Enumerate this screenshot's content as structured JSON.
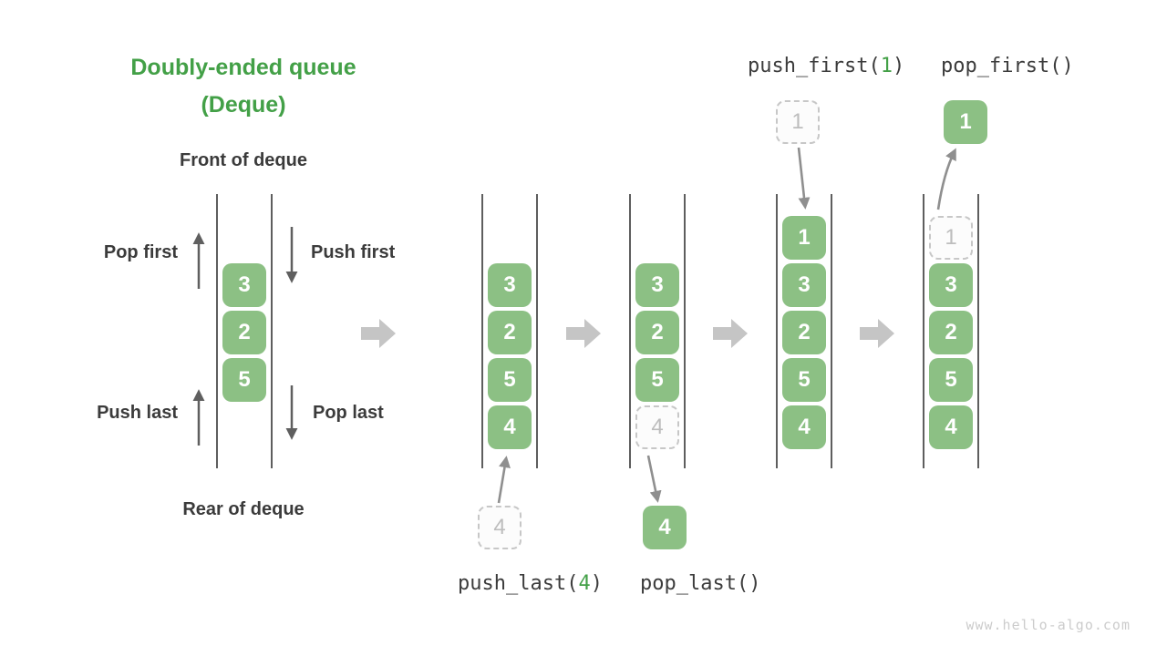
{
  "title": {
    "line1": "Doubly-ended queue",
    "line2": "(Deque)"
  },
  "labels": {
    "front": "Front of deque",
    "rear": "Rear of deque",
    "pop_first": "Pop first",
    "push_first": "Push first",
    "push_last": "Push last",
    "pop_last": "Pop last"
  },
  "operations": {
    "push_last": {
      "prefix": "push_last(",
      "arg": "4",
      "suffix": ")"
    },
    "pop_last": {
      "text": "pop_last()"
    },
    "push_first": {
      "prefix": "push_first(",
      "arg": "1",
      "suffix": ")"
    },
    "pop_first": {
      "text": "pop_first()"
    }
  },
  "queues": [
    {
      "id": "deque-overview",
      "items": [
        {
          "value": "3"
        },
        {
          "value": "2"
        },
        {
          "value": "5"
        }
      ]
    },
    {
      "id": "state-after-push-last",
      "items": [
        {
          "value": "3"
        },
        {
          "value": "2"
        },
        {
          "value": "5"
        },
        {
          "value": "4"
        }
      ]
    },
    {
      "id": "state-during-pop-last",
      "items": [
        {
          "value": "3"
        },
        {
          "value": "2"
        },
        {
          "value": "5"
        },
        {
          "value": "4",
          "ghost": true
        }
      ]
    },
    {
      "id": "state-after-push-first",
      "items": [
        {
          "value": "1"
        },
        {
          "value": "3"
        },
        {
          "value": "2"
        },
        {
          "value": "5"
        },
        {
          "value": "4"
        }
      ]
    },
    {
      "id": "state-during-pop-first",
      "items": [
        {
          "value": "1",
          "ghost": true
        },
        {
          "value": "3"
        },
        {
          "value": "2"
        },
        {
          "value": "5"
        },
        {
          "value": "4"
        }
      ]
    }
  ],
  "floating_cells": {
    "incoming_4": "4",
    "outgoing_4": "4",
    "incoming_1": "1",
    "outgoing_1": "1"
  },
  "watermark": "www.hello-algo.com",
  "colors": {
    "accent_green": "#43a047",
    "cell_green": "#8cc084",
    "text_dark": "#3b3b3b",
    "ghost_gray": "#bdbdbd",
    "chevron_gray": "#c5c5c5"
  }
}
